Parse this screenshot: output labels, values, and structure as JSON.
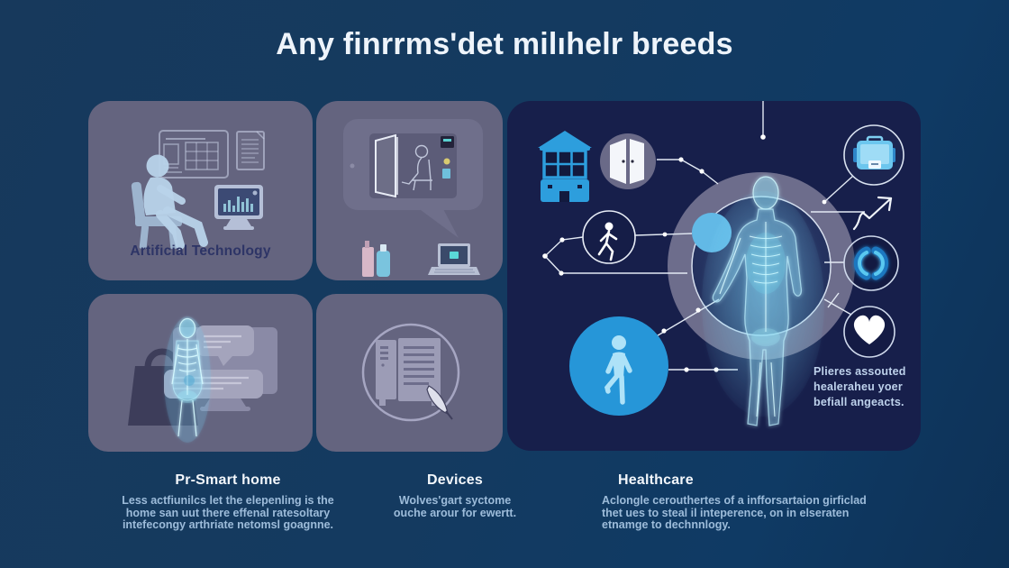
{
  "title": "Any finrrms'det milıhelr breeds",
  "panels": {
    "artificial_technology": {
      "label": "Artificial Technology"
    },
    "healthcare_diagram": {
      "caption_lines": [
        "Plieres assouted",
        "healeraheu yoer",
        "befiall angeacts."
      ]
    }
  },
  "sections": [
    {
      "heading": "Pr-Smart home",
      "body_lines": [
        "Less actfiunilcs let the elepenling is the",
        "home san uut there effenal ratesoltary",
        "intefecongy arthriate netomsl goagnne."
      ]
    },
    {
      "heading": "Devices",
      "body_lines": [
        "Wolves'gart syctome",
        "ouche arour for ewertt."
      ]
    },
    {
      "heading": "Healthcare",
      "body_lines": [
        "Aclongle cerouthertes of a infforsartaion girficlad",
        "thet ues to steal il inteperence, on in elseraten",
        "etnamge to dechnnlogy."
      ]
    }
  ],
  "icons": {
    "house": "blue building with window grid",
    "double_doors": "open white doors in circle",
    "walking_person": "pedestrian figure",
    "briefcase_device": "light blue case in circle",
    "trend_arrow": "zigzag up-right arrow",
    "handset_halves": "two blue arcs in circle",
    "heart": "♥",
    "speech_bubble": "rounded bubble with doorway scene",
    "monitor": "computer display",
    "document": "paper with text lines",
    "cabinet": "ledger cabinet with lines",
    "hologram_body": "glowing anatomical figure"
  },
  "colors": {
    "background": "#12385e",
    "panel": "#64647f",
    "diagram_panel": "#171f4b",
    "accent_blue": "#2d9edd",
    "hologram_cyan": "#7fdcf0",
    "heading_text": "#f3f7fc",
    "body_text": "#9dbcda",
    "panel_label_text": "#2d3466",
    "caption_text": "#bed2ec"
  }
}
